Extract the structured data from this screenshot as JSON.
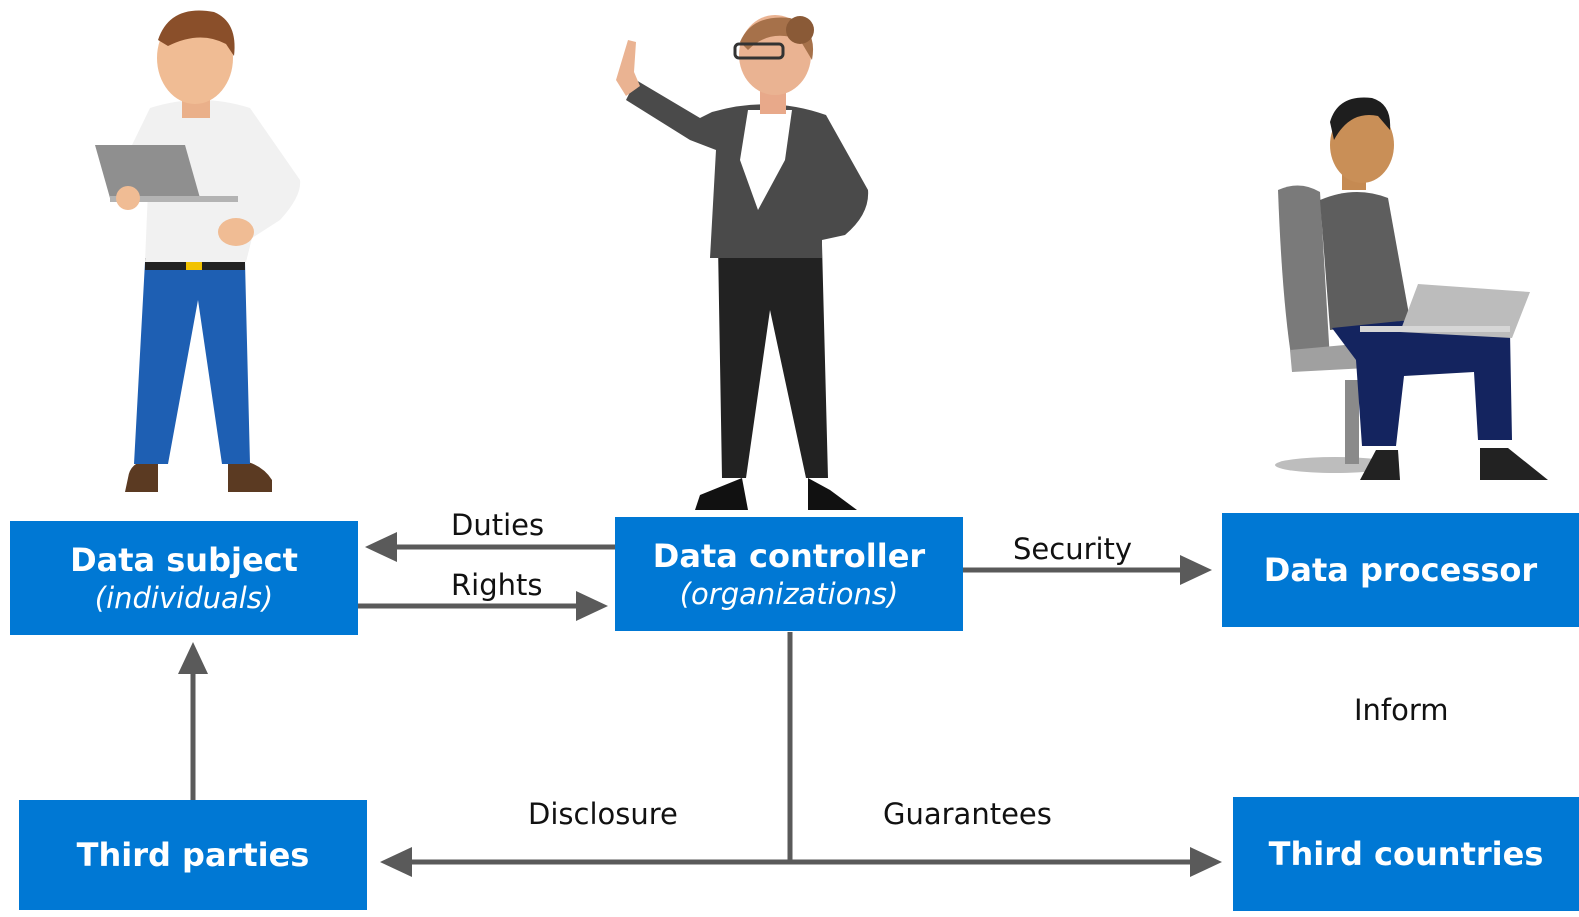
{
  "nodes": {
    "subject": {
      "title": "Data subject",
      "subtitle": "(individuals)"
    },
    "controller": {
      "title": "Data controller",
      "subtitle": "(organizations)"
    },
    "processor": {
      "title": "Data processor"
    },
    "third_parties": {
      "title": "Third parties"
    },
    "third_countries": {
      "title": "Third countries"
    }
  },
  "edges": {
    "duties": "Duties",
    "rights": "Rights",
    "security": "Security",
    "inform": "Inform",
    "disclosure": "Disclosure",
    "guarantees": "Guarantees"
  },
  "colors": {
    "box": "#0078d4",
    "arrow": "#5a5a5a"
  }
}
